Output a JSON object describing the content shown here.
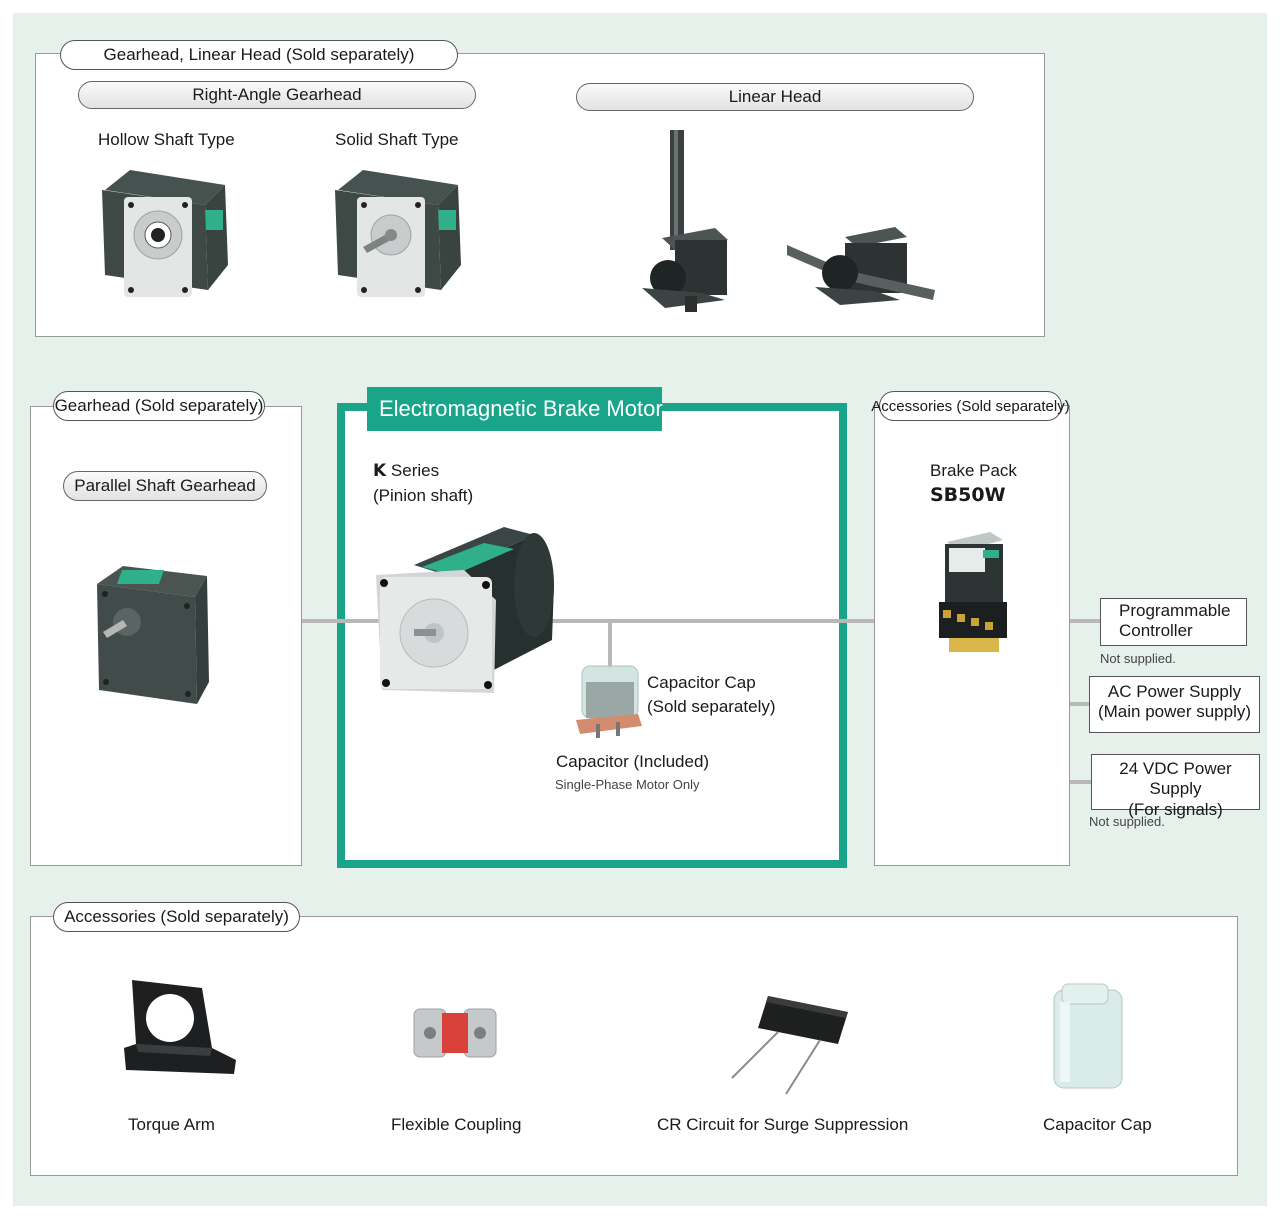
{
  "top_panel": {
    "title": "Gearhead, Linear Head (Sold separately)",
    "right_angle": "Right-Angle Gearhead",
    "hollow": "Hollow Shaft Type",
    "solid": "Solid Shaft Type",
    "linear": "Linear Head"
  },
  "left_panel": {
    "title": "Gearhead (Sold separately)",
    "subtitle": "Parallel Shaft Gearhead"
  },
  "center_panel": {
    "title": "Electromagnetic Brake Motor",
    "series_letter": "K",
    "series_rest": " Series",
    "shaft": "(Pinion shaft)",
    "cap_line1": "Capacitor Cap",
    "cap_line2": "(Sold separately)",
    "capacitor": "Capacitor (Included)",
    "single_phase": "Single-Phase Motor Only"
  },
  "right_panel": {
    "title": "Accessories (Sold separately)",
    "brake_pack": "Brake Pack",
    "model": "SB50W"
  },
  "external": {
    "plc_line1": "Programmable",
    "plc_line2": "Controller",
    "plc_note": "Not supplied.",
    "ac_line1": "AC Power Supply",
    "ac_line2": "(Main power supply)",
    "dc_line1": "24 VDC Power Supply",
    "dc_line2": "(For signals)",
    "dc_note": "Not supplied."
  },
  "bottom_panel": {
    "title": "Accessories (Sold separately)",
    "items": [
      "Torque Arm",
      "Flexible Coupling",
      "CR Circuit for Surge Suppression",
      "Capacitor Cap"
    ]
  },
  "colors": {
    "teal": "#1aa58a",
    "background": "#e6f1ec",
    "motor": "#2f3a3a"
  }
}
